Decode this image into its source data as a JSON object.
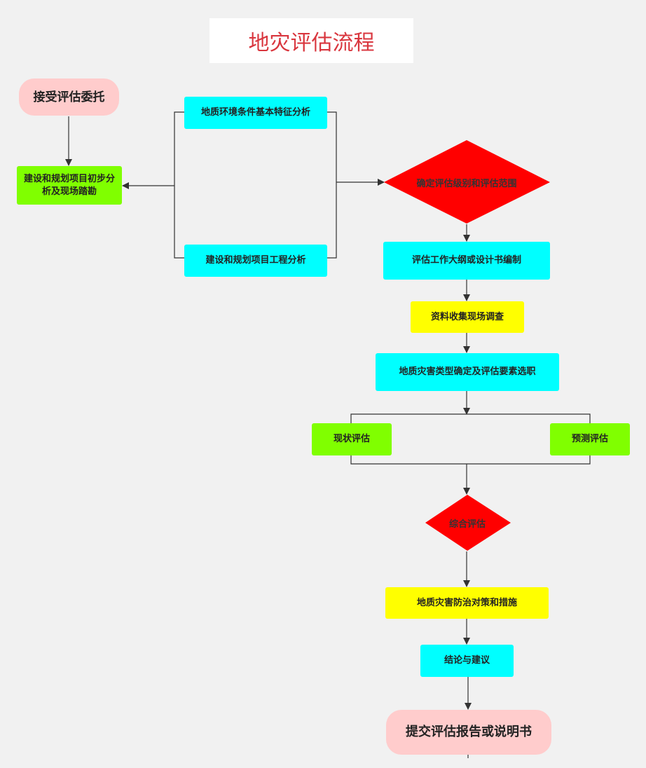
{
  "title": "地灾评估流程",
  "nodes": {
    "accept": "接受评估委托",
    "prelim": "建设和规划项目初步分析及现场踏勘",
    "geo_env": "地质环境条件基本特征分析",
    "project_analysis": "建设和规划项目工程分析",
    "determine_level": "确定评估级别和评估范围",
    "outline": "评估工作大纲或设计书编制",
    "data_collection": "资料收集现场调查",
    "hazard_type": "地质灾害类型确定及评估要素选职",
    "current_eval": "现状评估",
    "predict_eval": "预测评估",
    "comprehensive": "综合评估",
    "prevention": "地质灾害防治对策和措施",
    "conclusion": "结论与建议",
    "submit": "提交评估报告或说明书"
  },
  "colors": {
    "cyan": "#00ffff",
    "green": "#80ff00",
    "yellow": "#ffff00",
    "red": "#ff0000",
    "pink": "#ffcccc",
    "title": "#d9363e",
    "line": "#333333"
  }
}
